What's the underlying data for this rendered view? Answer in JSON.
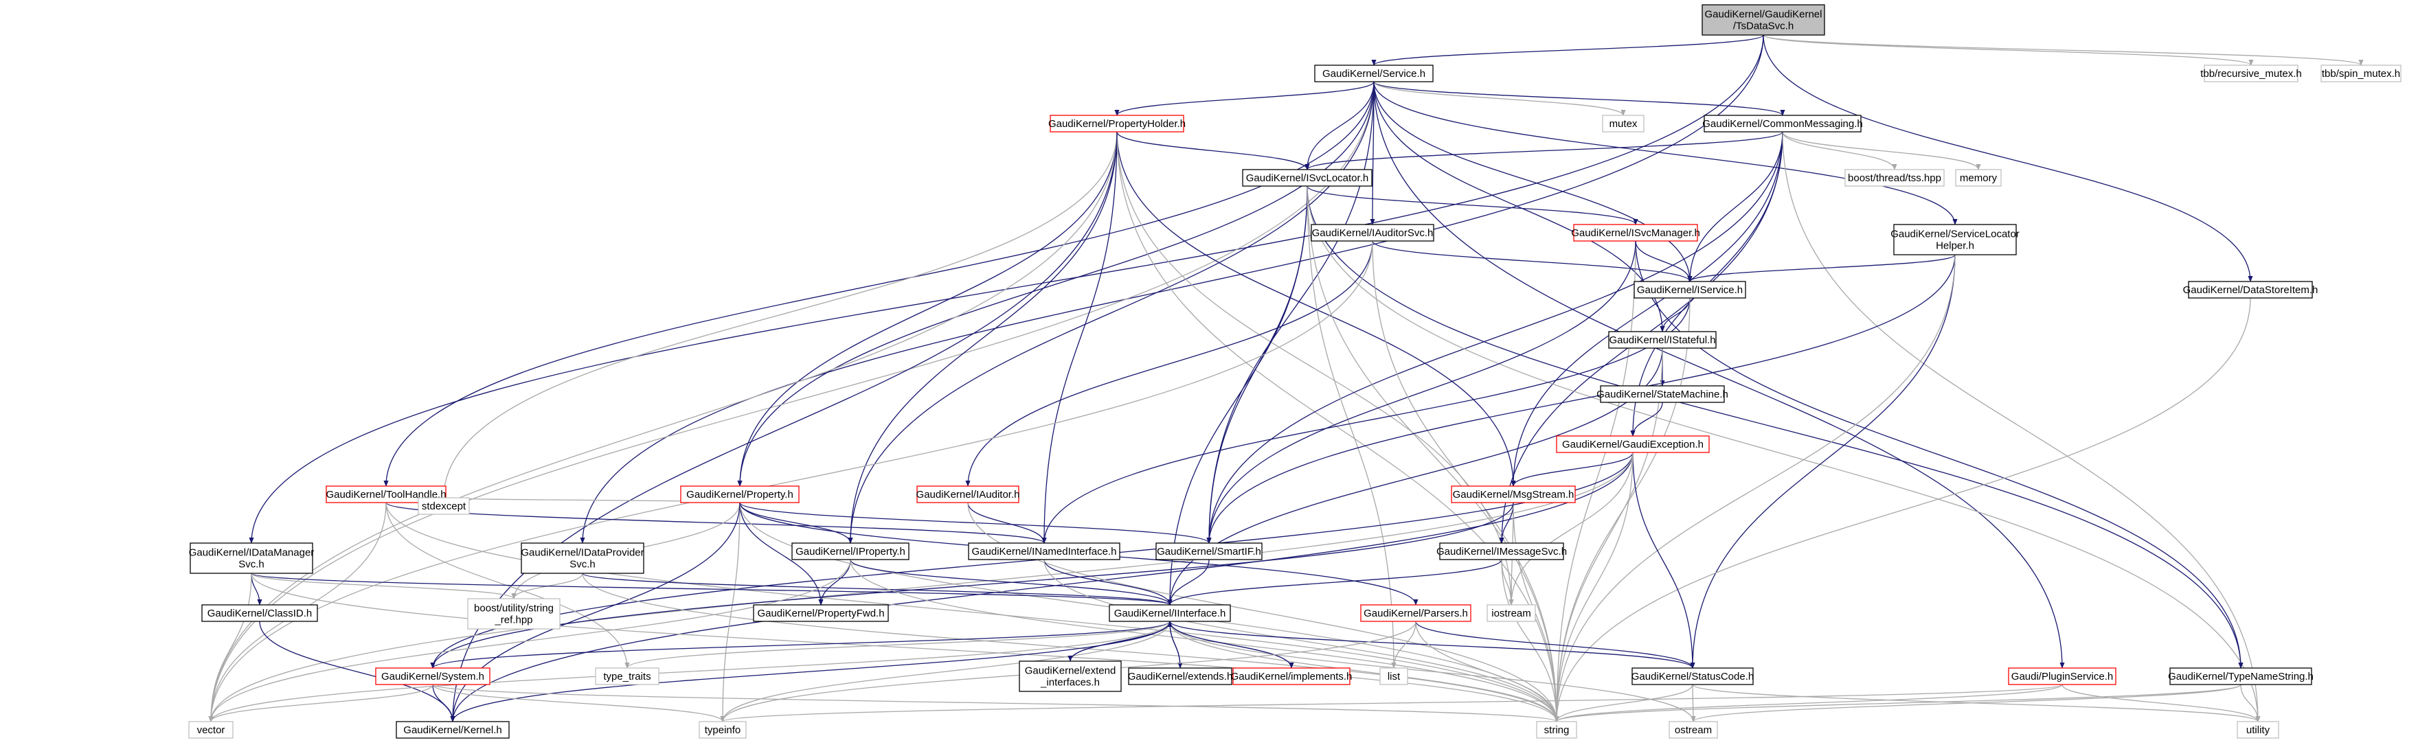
{
  "colors": {
    "root_fill": "#bfbfbf",
    "node_stroke_black": "#000000",
    "node_stroke_red": "#ff0000",
    "node_stroke_gray": "#bfbfbf",
    "edge_dark": "#191970",
    "edge_gray": "#a8a8a8"
  },
  "nodes": {
    "tsdatasvc": [
      "GaudiKernel/GaudiKernel",
      "/TsDataSvc.h"
    ],
    "service": [
      "GaudiKernel/Service.h"
    ],
    "recursive_mutex": [
      "tbb/recursive_mutex.h"
    ],
    "spin_mutex": [
      "tbb/spin_mutex.h"
    ],
    "mutex": [
      "mutex"
    ],
    "propertyholder": [
      "GaudiKernel/PropertyHolder.h"
    ],
    "commonmessaging": [
      "GaudiKernel/CommonMessaging.h"
    ],
    "threadtss": [
      "boost/thread/tss.hpp"
    ],
    "memory": [
      "memory"
    ],
    "isvclocator": [
      "GaudiKernel/ISvcLocator.h"
    ],
    "isvcmanager": [
      "GaudiKernel/ISvcManager.h"
    ],
    "iauditorsvc": [
      "GaudiKernel/IAuditorSvc.h"
    ],
    "servicelocatorhelper": [
      "GaudiKernel/ServiceLocator",
      "Helper.h"
    ],
    "iservice": [
      "GaudiKernel/IService.h"
    ],
    "datastoreitem": [
      "GaudiKernel/DataStoreItem.h"
    ],
    "istateful": [
      "GaudiKernel/IStateful.h"
    ],
    "statemachine": [
      "GaudiKernel/StateMachine.h"
    ],
    "gaudiexception": [
      "GaudiKernel/GaudiException.h"
    ],
    "toolhandle": [
      "GaudiKernel/ToolHandle.h"
    ],
    "property": [
      "GaudiKernel/Property.h"
    ],
    "iauditor": [
      "GaudiKernel/IAuditor.h"
    ],
    "msgstream": [
      "GaudiKernel/MsgStream.h"
    ],
    "stdexcept": [
      "stdexcept"
    ],
    "idataprovidersvc": [
      "GaudiKernel/IDataProvider",
      "Svc.h"
    ],
    "inamedinterface": [
      "GaudiKernel/INamedInterface.h"
    ],
    "smartif": [
      "GaudiKernel/SmartIF.h"
    ],
    "imessagesvc": [
      "GaudiKernel/IMessageSvc.h"
    ],
    "idatamanagersvc": [
      "GaudiKernel/IDataManager",
      "Svc.h"
    ],
    "iproperty": [
      "GaudiKernel/IProperty.h"
    ],
    "string_ref": [
      "boost/utility/string",
      "_ref.hpp"
    ],
    "iostream": [
      "iostream"
    ],
    "classid": [
      "GaudiKernel/ClassID.h"
    ],
    "propertyfwd": [
      "GaudiKernel/PropertyFwd.h"
    ],
    "iinterface": [
      "GaudiKernel/IInterface.h"
    ],
    "parsers": [
      "GaudiKernel/Parsers.h"
    ],
    "system": [
      "GaudiKernel/System.h"
    ],
    "type_traits": [
      "type_traits"
    ],
    "extend_interfaces": [
      "GaudiKernel/extend",
      "_interfaces.h"
    ],
    "extends": [
      "GaudiKernel/extends.h"
    ],
    "implements": [
      "GaudiKernel/implements.h"
    ],
    "list": [
      "list"
    ],
    "statuscode": [
      "GaudiKernel/StatusCode.h"
    ],
    "pluginservice": [
      "Gaudi/PluginService.h"
    ],
    "typenamestring": [
      "GaudiKernel/TypeNameString.h"
    ],
    "vector": [
      "vector"
    ],
    "kernel": [
      "GaudiKernel/Kernel.h"
    ],
    "typeinfo": [
      "typeinfo"
    ],
    "string": [
      "string"
    ],
    "ostream": [
      "ostream"
    ],
    "utility": [
      "utility"
    ]
  }
}
